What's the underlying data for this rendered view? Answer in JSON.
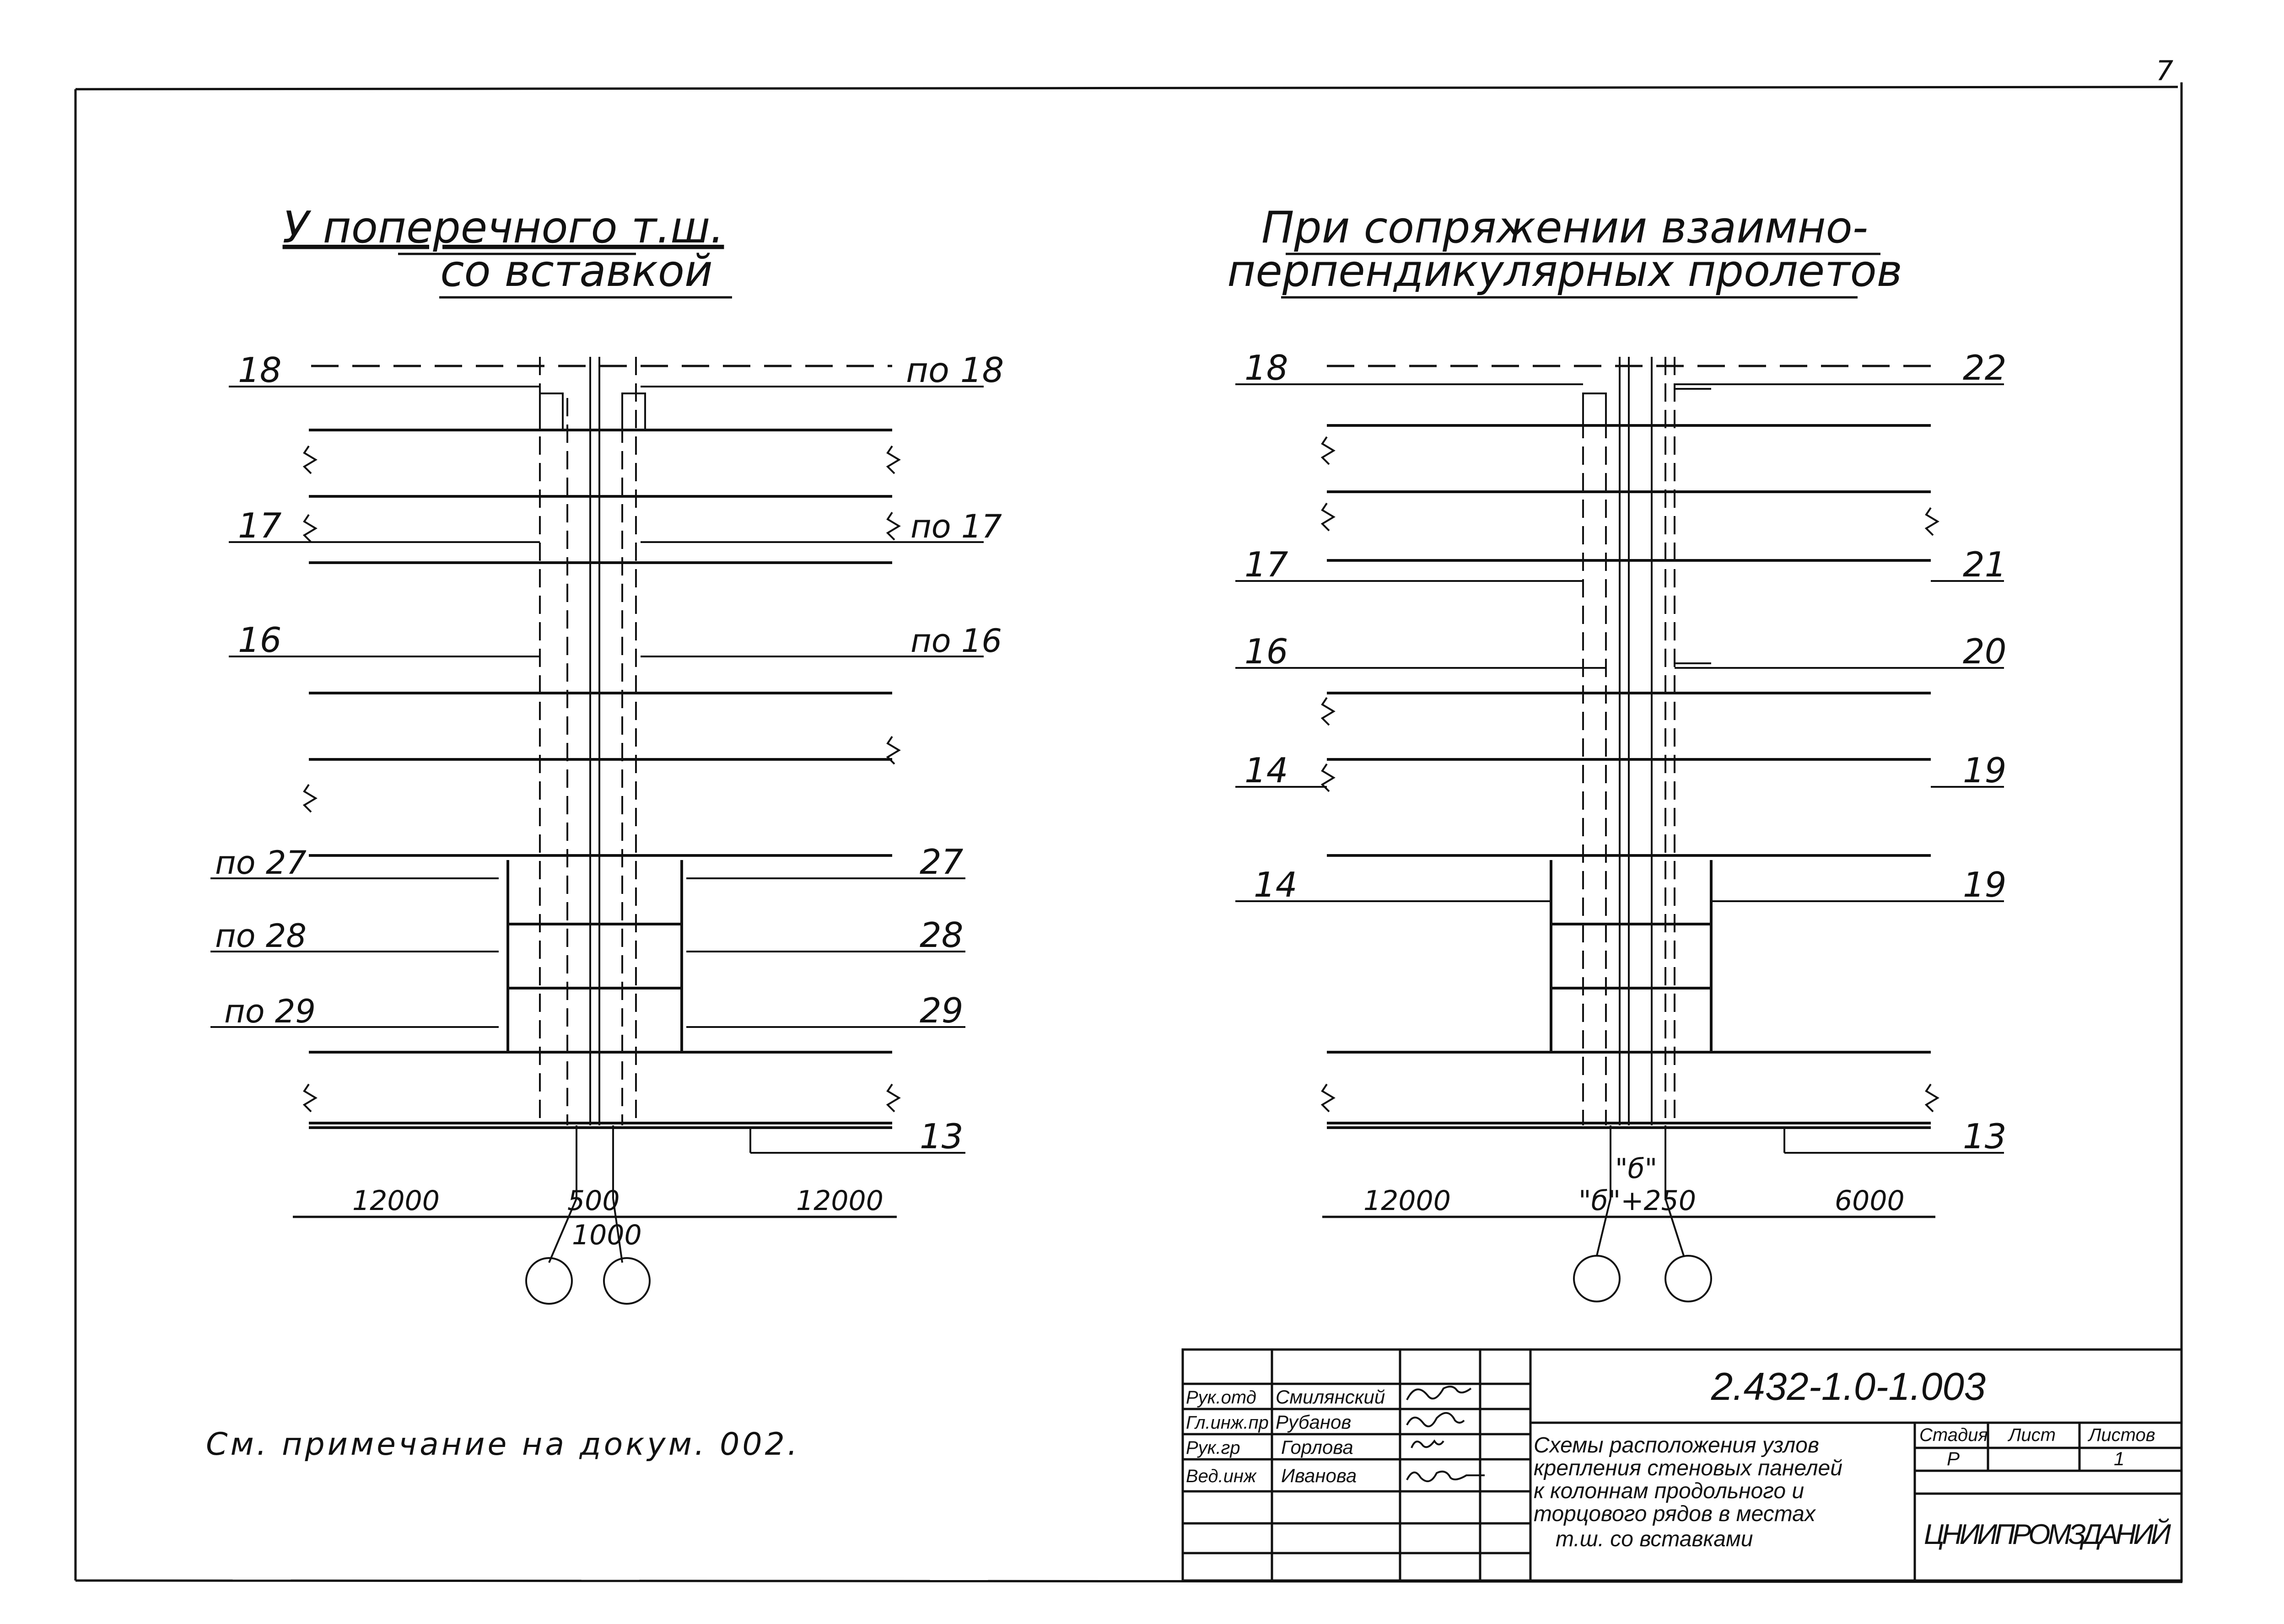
{
  "sheet": {
    "page_number": "7",
    "note": "См. примечание на докум. 002."
  },
  "left_view": {
    "title_line1": "У поперечного т.ш.",
    "title_line2": "со вставкой",
    "labels_left": [
      "18",
      "17",
      "16",
      "по 27",
      "по 28",
      "по 29"
    ],
    "labels_right": [
      "по 18",
      "по 17",
      "по 16",
      "27",
      "28",
      "29",
      "13"
    ],
    "dim_left": "12000",
    "dim_mid": "500",
    "dim_mid2": "1000",
    "dim_right": "12000"
  },
  "right_view": {
    "title_line1": "При сопряжении взаимно-",
    "title_line2": "перпендикулярных пролетов",
    "labels_left": [
      "18",
      "17",
      "16",
      "14",
      "14"
    ],
    "labels_right": [
      "22",
      "21",
      "20",
      "19",
      "19",
      "13"
    ],
    "dim_left": "12000",
    "dim_b": "\"б\"",
    "dim_mid": "\"б\"+250",
    "dim_right": "6000"
  },
  "title_block": {
    "doc_code": "2.432-1.0-1.003",
    "roles": [
      "Рук.отд",
      "Гл.инж.пр",
      "Рук.гр",
      "Вед.инж"
    ],
    "names": [
      "Смилянский",
      "Рубанов",
      "Горлова",
      "Иванова"
    ],
    "description_lines": [
      "Схемы расположения узлов",
      "крепления стеновых панелей",
      "к колоннам продольного и",
      "торцового рядов в местах",
      "т.ш. со вставками"
    ],
    "stage_label": "Стадия",
    "sheet_label": "Лист",
    "sheets_label": "Листов",
    "stage_value": "Р",
    "sheet_value": "1",
    "organization": "ЦНИИПРОМЗДАНИЙ"
  }
}
